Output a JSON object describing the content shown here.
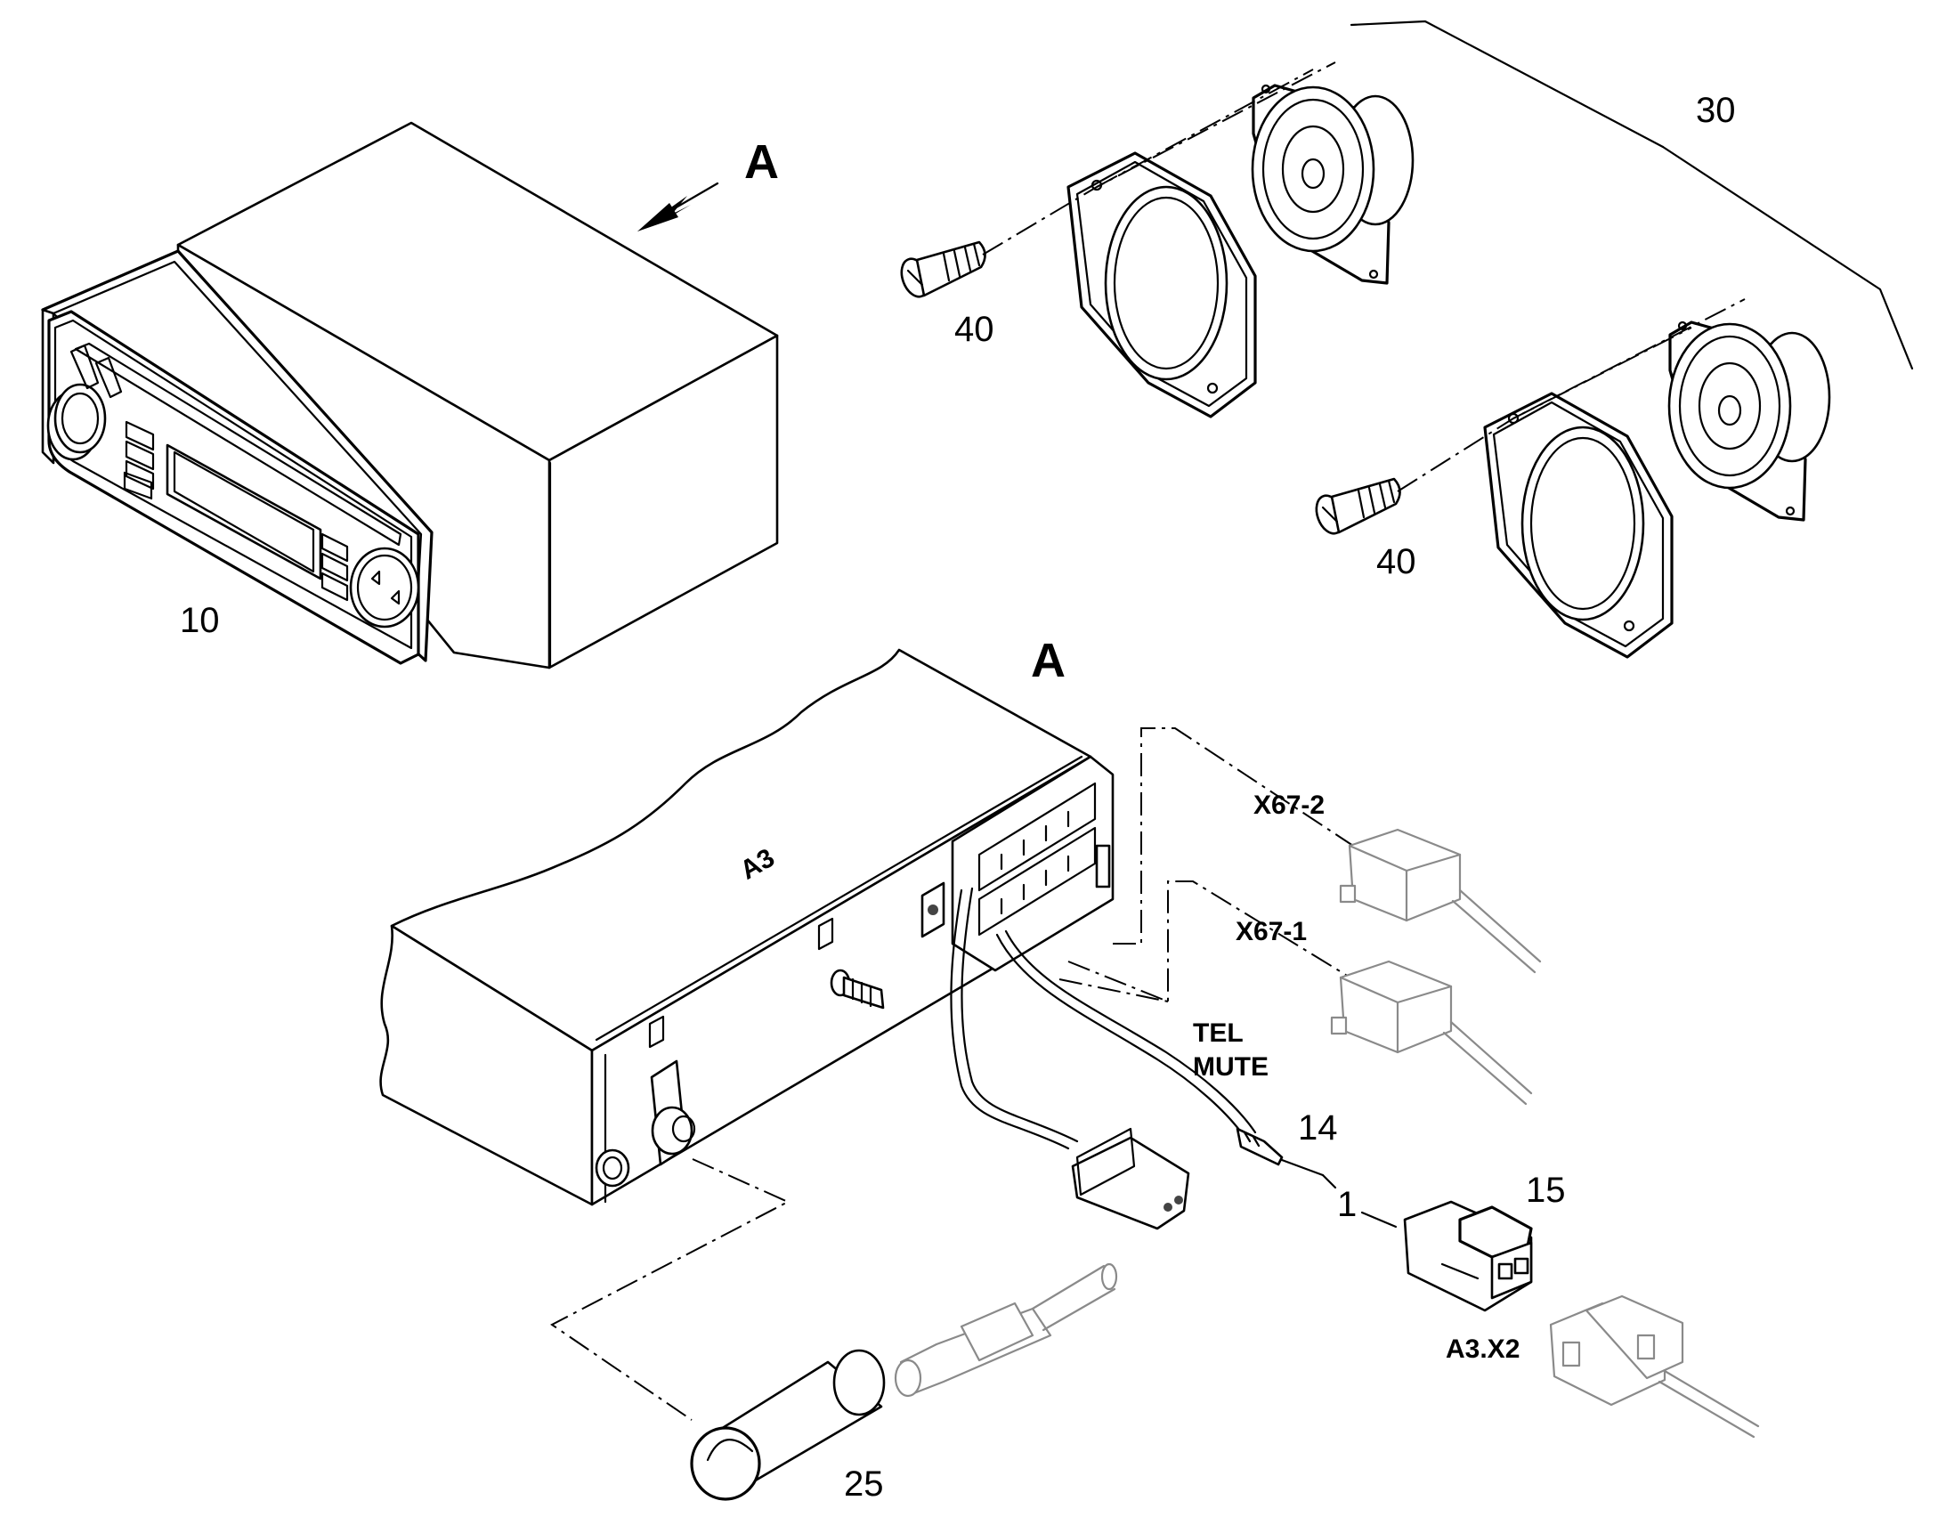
{
  "callouts": {
    "radio": "10",
    "speaker_kit": "30",
    "screw_upper": "40",
    "screw_lower": "40",
    "connector_pin": "14",
    "connector_housing": "15",
    "antenna_adapter": "25",
    "wire_number": "1"
  },
  "view_labels": {
    "arrow_a": "A",
    "detail_a": "A"
  },
  "connector_labels": {
    "unit": "A3",
    "x67_2": "X67-2",
    "x67_1": "X67-1",
    "tel": "TEL",
    "mute": "MUTE",
    "a3_x2": "A3.X2"
  }
}
